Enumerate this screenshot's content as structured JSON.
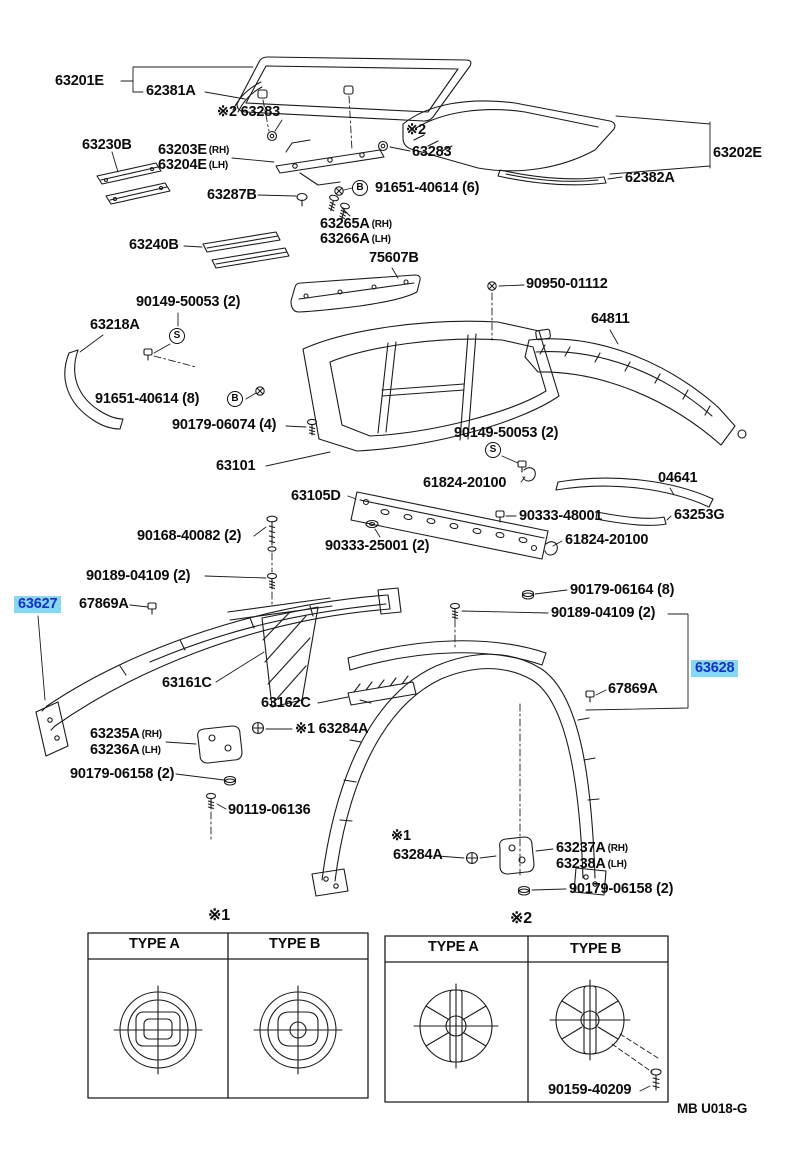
{
  "doc": {
    "footer_code": "MB U018-G",
    "highlight_bg": "#87d7f3",
    "highlight_fg": "#1430cf"
  },
  "sym": {
    "b": "B",
    "s": "S",
    "rh": "(RH)",
    "lh": "(LH)",
    "ref1": "※1",
    "ref2": "※2"
  },
  "labels": {
    "n63201E": "63201E",
    "n62381A": "62381A",
    "ref2_63283": "※2 63283",
    "n63230B": "63230B",
    "n63203E": "63203E",
    "n63204E": "63204E",
    "n63283b": "63283",
    "n63202E": "63202E",
    "n63287B": "63287B",
    "n91651_40614_6": "91651-40614 (6)",
    "n62382A": "62382A",
    "n63265A": "63265A",
    "n63266A": "63266A",
    "n63240B": "63240B",
    "n75607B": "75607B",
    "n90950_01112": "90950-01112",
    "n90149_50053_a": "90149-50053 (2)",
    "n63218A": "63218A",
    "n64811": "64811",
    "n91651_40614_8": "91651-40614 (8)",
    "n90179_06074": "90179-06074 (4)",
    "n90149_50053_b": "90149-50053 (2)",
    "n63101": "63101",
    "n61824_20100_a": "61824-20100",
    "n04641": "04641",
    "n63105D": "63105D",
    "n90333_48001": "90333-48001",
    "n63253G": "63253G",
    "n90168_40082": "90168-40082 (2)",
    "n61824_20100_b": "61824-20100",
    "n90333_25001": "90333-25001 (2)",
    "n90189_04109_a": "90189-04109 (2)",
    "n90179_06164": "90179-06164 (8)",
    "n63627": "63627",
    "n67869A_a": "67869A",
    "n90189_04109_b": "90189-04109 (2)",
    "n63161C": "63161C",
    "n63628": "63628",
    "n63162C": "63162C",
    "n67869A_b": "67869A",
    "ref1_63284A": "※1 63284A",
    "n63235A": "63235A",
    "n63236A": "63236A",
    "n90179_06158_a": "90179-06158 (2)",
    "n90119_06136": "90119-06136",
    "n63284A_b": "63284A",
    "n63237A": "63237A",
    "n63238A": "63238A",
    "n90179_06158_b": "90179-06158 (2)",
    "n90159_40209": "90159-40209"
  },
  "tables": {
    "t1": {
      "ref": "※1",
      "col_a": "TYPE A",
      "col_b": "TYPE B"
    },
    "t2": {
      "ref": "※2",
      "col_a": "TYPE A",
      "col_b": "TYPE B"
    }
  }
}
